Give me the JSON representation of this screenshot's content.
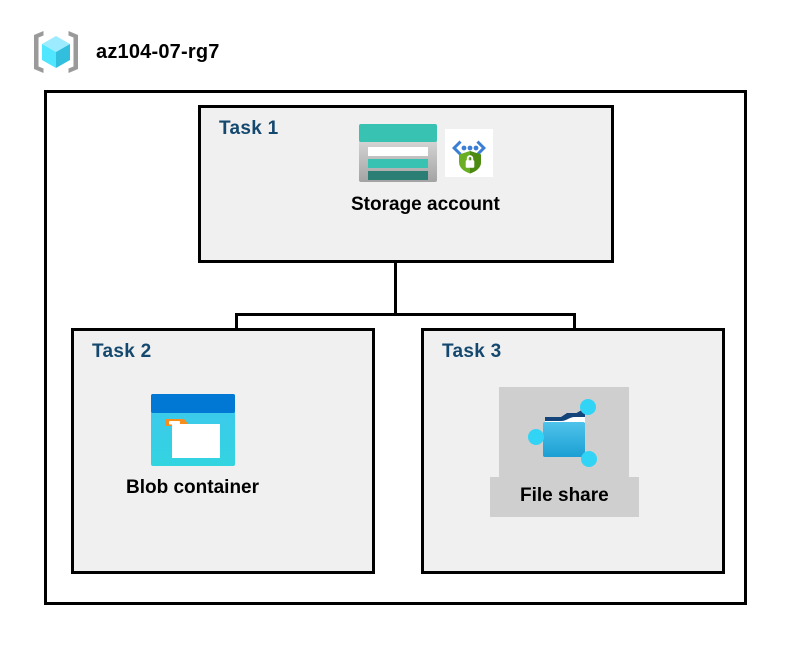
{
  "resource_group": {
    "icon": "resource-group-cube-icon",
    "name": "az104-07-rg7"
  },
  "diagram": {
    "type": "azure-architecture-diagram",
    "colors": {
      "task_label": "#14486e",
      "box_fill": "#f0f0f0",
      "box_border": "#000000",
      "highlight": "#cfcfcf",
      "storage_teal": "#37c2b1",
      "storage_teal_dark": "#2a7e74",
      "blob_blue": "#0078d4",
      "blob_cyan": "#32bedd",
      "blob_orange": "#f78d1e",
      "share_node_cyan": "#32d4f5",
      "shield_green": "#5fa523",
      "cube_cyan": "#50e6ff"
    },
    "tasks": [
      {
        "id": "task-1",
        "label": "Task 1",
        "node": {
          "caption": "Storage account",
          "icons": [
            "storage-account-icon",
            "secure-endpoint-shield-icon"
          ],
          "highlighted": false
        }
      },
      {
        "id": "task-2",
        "label": "Task 2",
        "node": {
          "caption": "Blob container",
          "icons": [
            "blob-container-icon"
          ],
          "highlighted": false
        }
      },
      {
        "id": "task-3",
        "label": "Task 3",
        "node": {
          "caption": "File share",
          "icons": [
            "file-share-icon"
          ],
          "highlighted": true
        }
      }
    ],
    "connections": [
      {
        "from": "task-1",
        "to": "task-2"
      },
      {
        "from": "task-1",
        "to": "task-3"
      }
    ]
  }
}
